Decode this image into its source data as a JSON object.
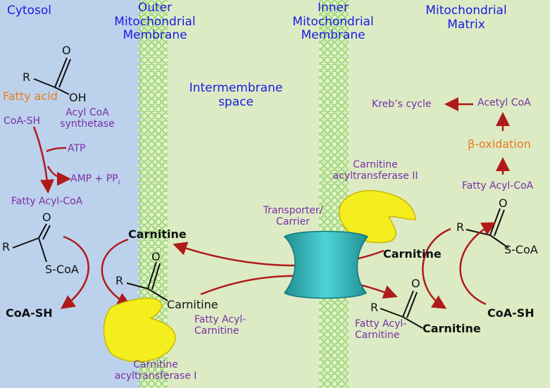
{
  "regions": {
    "cytosol": "Cytosol",
    "outer_membrane": [
      "Outer",
      "Mitochondrial",
      "Membrane"
    ],
    "inner_membrane": [
      "Inner",
      "Mitochondrial",
      "Membrane"
    ],
    "matrix": [
      "Mitochondrial",
      "Matrix"
    ],
    "intermembrane": [
      "Intermembrane",
      "space"
    ]
  },
  "labels": {
    "fatty_acid": "Fatty acid",
    "oh": "OH",
    "r": "R",
    "o": "O",
    "coa_sh": "CoA-SH",
    "acyl_coa_synthetase": [
      "Acyl CoA",
      "synthetase"
    ],
    "atp": "ATP",
    "amp_ppi": "AMP + PP",
    "ppi_sub": "i",
    "fatty_acyl_coa": "Fatty Acyl-CoA",
    "s_coa": "S-CoA",
    "carnitine": "Carnitine",
    "fatty_acyl_carnitine": [
      "Fatty Acyl-",
      "Carnitine"
    ],
    "cpt1": [
      "Carnitine",
      "acyltransferase I"
    ],
    "cpt2": [
      "Carnitine",
      "acyltransferase II"
    ],
    "transporter": [
      "Transporter/",
      "Carrier"
    ],
    "krebs": "Kreb’s cycle",
    "acetyl_coa": "Acetyl CoA",
    "beta_oxidation": "β-oxidation"
  },
  "colors": {
    "cytosol_bg": "#bcd2ec",
    "matrix_bg": "#dcebc4",
    "membrane": "#a6df7a",
    "arrow": "#b01a1a",
    "enzyme": "#f5ee1e",
    "transporter": "#2ab3b8",
    "region_text": "#1a1ae6",
    "label_text": "#7a2ea8",
    "highlight_text": "#e87a1e"
  }
}
